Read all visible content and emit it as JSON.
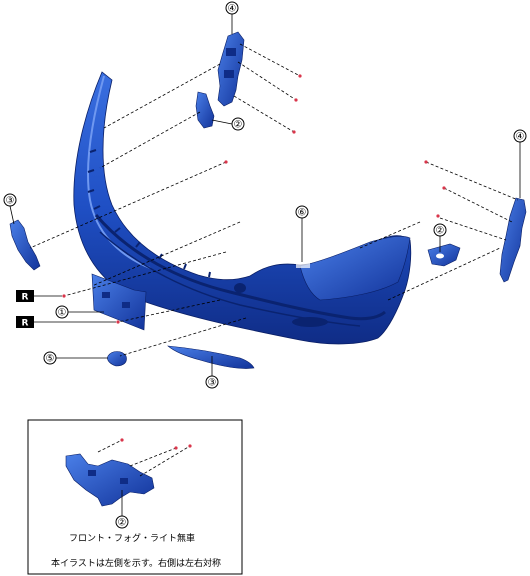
{
  "callouts": {
    "c1": "①",
    "c2": "②",
    "c3": "③",
    "c4": "④",
    "c5": "⑤",
    "c6": "⑥"
  },
  "markers": {
    "r": "R"
  },
  "inset": {
    "caption": "フロント・フォグ・ライト無車",
    "note": "本イラストは左側を示す。右側は左右対称"
  },
  "colors": {
    "part_blue": "#1f4fc4",
    "part_dark": "#0f2c86",
    "clip_red": "#d9364b"
  }
}
